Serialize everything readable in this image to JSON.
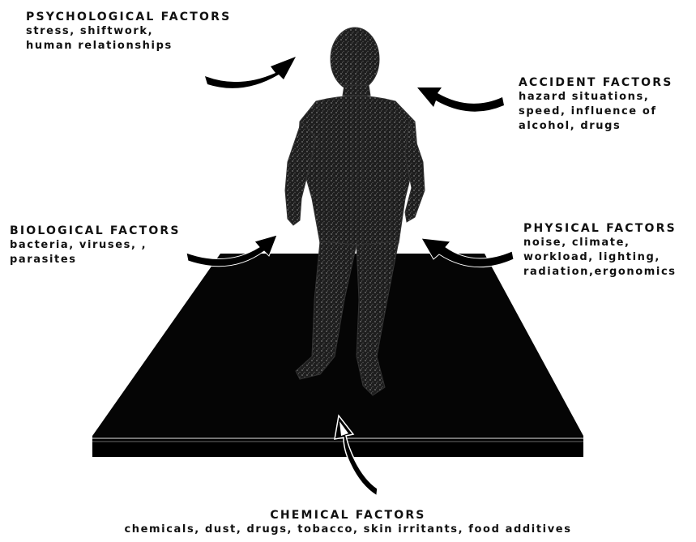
{
  "colors": {
    "ink": "#111111",
    "floor": "#050505",
    "figure": "#2a2a2a",
    "background": "#ffffff"
  },
  "factors": {
    "psychological": {
      "title": "PSYCHOLOGICAL FACTORS",
      "lines": [
        "stress, shiftwork,",
        "human relationships"
      ]
    },
    "accident": {
      "title": "ACCIDENT FACTORS",
      "lines": [
        "hazard situations,",
        "speed, influence of",
        "alcohol, drugs"
      ]
    },
    "biological": {
      "title": "BIOLOGICAL FACTORS",
      "lines": [
        "bacteria, viruses, ,",
        "parasites"
      ]
    },
    "physical": {
      "title": "PHYSICAL FACTORS",
      "lines": [
        "noise, climate,",
        "workload, lighting,",
        "radiation,ergonomics"
      ]
    },
    "chemical": {
      "title": "CHEMICAL FACTORS",
      "lines": [
        "chemicals, dust, drugs, tobacco, skin irritants, food additives"
      ]
    }
  }
}
